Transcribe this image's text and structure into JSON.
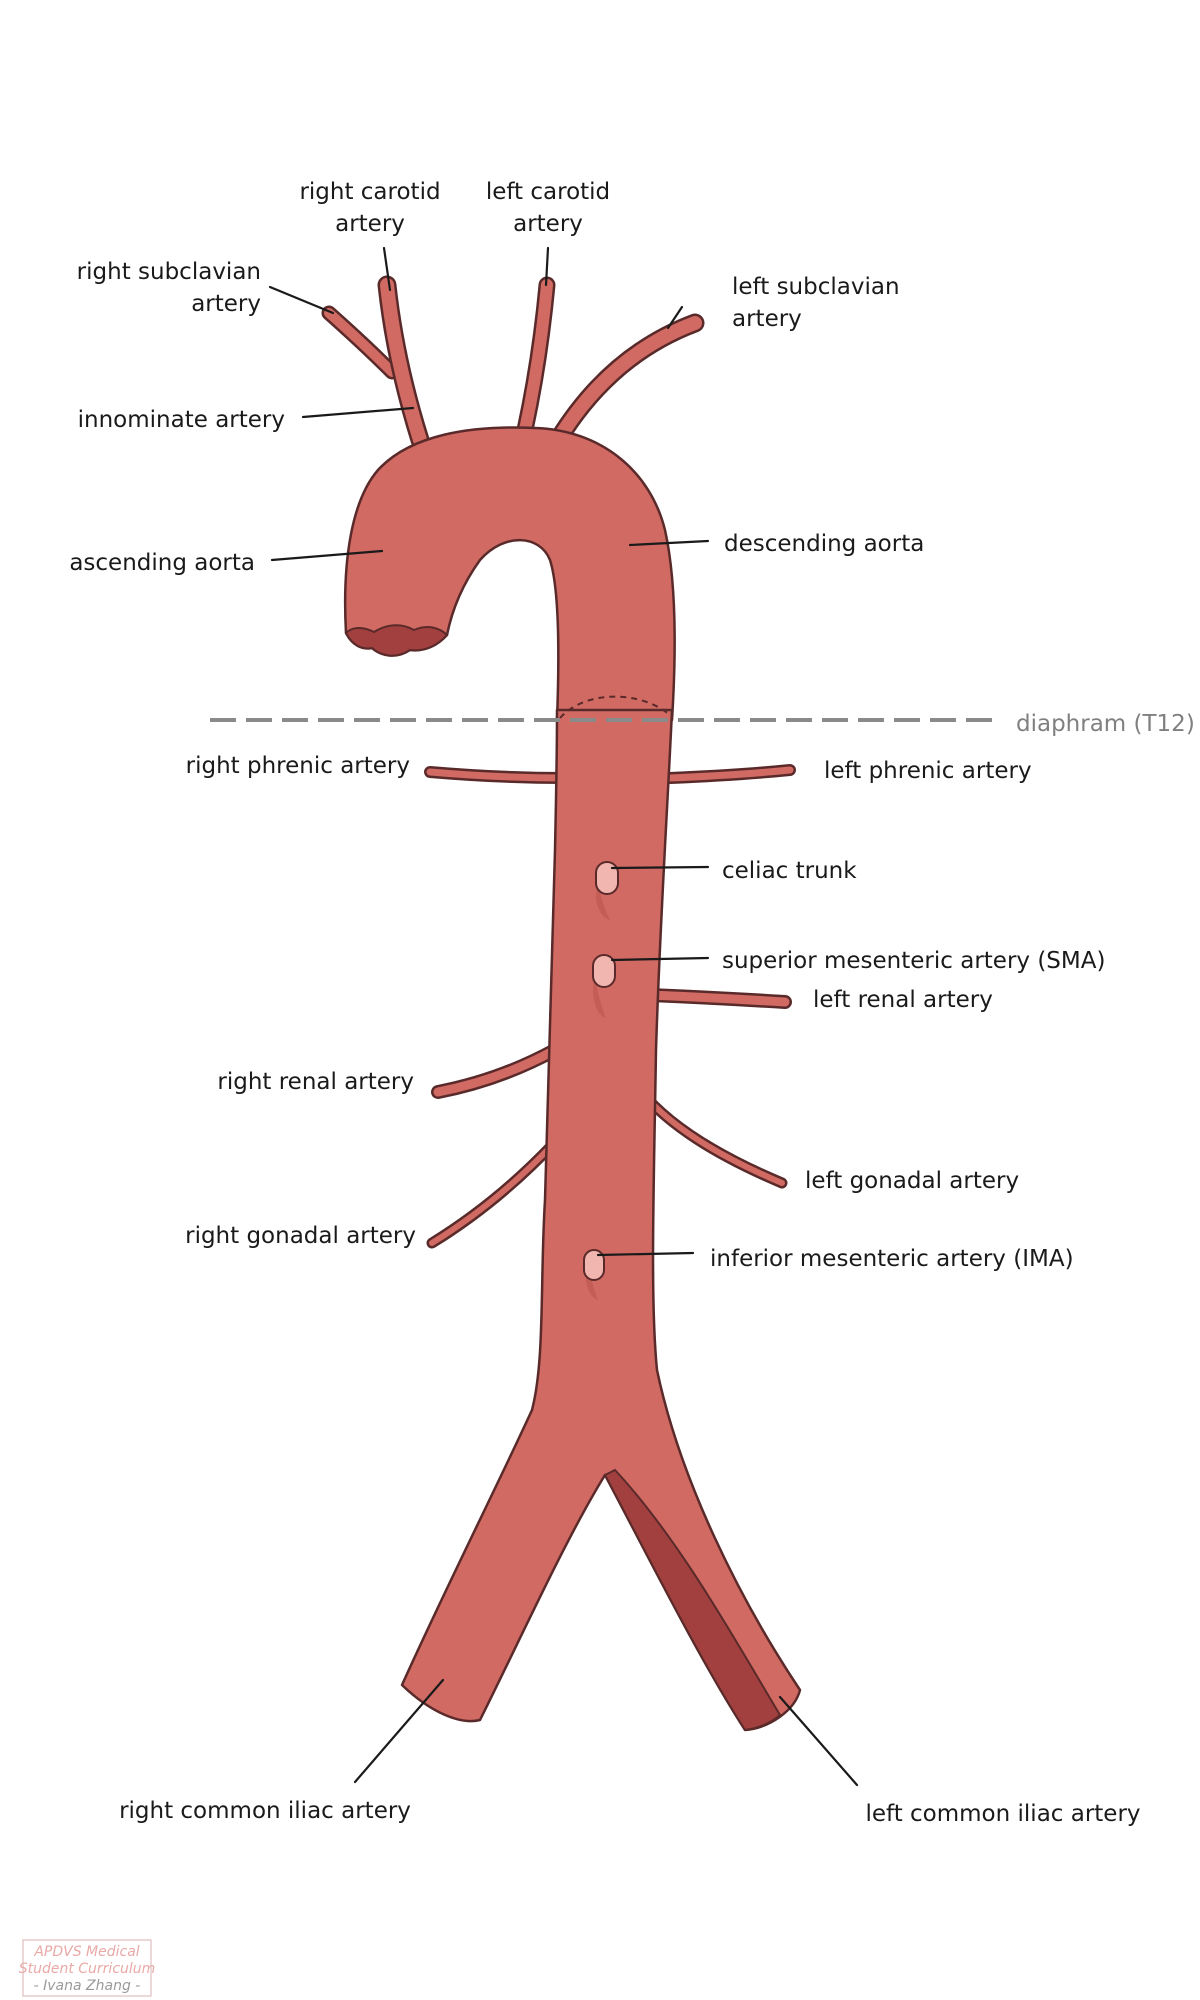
{
  "labels": {
    "right_carotid_1": "right carotid",
    "right_carotid_2": "artery",
    "left_carotid_1": "left carotid",
    "left_carotid_2": "artery",
    "right_subclavian_1": "right subclavian",
    "right_subclavian_2": "artery",
    "left_subclavian_1": "left subclavian",
    "left_subclavian_2": "artery",
    "innominate": "innominate artery",
    "ascending_aorta": "ascending aorta",
    "descending_aorta": "descending aorta",
    "diaphragm": "diaphram (T12)",
    "right_phrenic": "right phrenic artery",
    "left_phrenic": "left phrenic artery",
    "celiac": "celiac trunk",
    "sma": "superior mesenteric artery (SMA)",
    "left_renal": "left renal artery",
    "right_renal": "right renal artery",
    "left_gonadal": "left gonadal artery",
    "right_gonadal": "right gonadal artery",
    "ima": "inferior mesenteric artery (IMA)",
    "right_common_iliac": "right common iliac artery",
    "left_common_iliac": "left common iliac artery"
  },
  "credit": {
    "line1": "APDVS Medical",
    "line2": "Student Curriculum",
    "line3": "- Ivana Zhang -"
  },
  "colors": {
    "vessel": "#d06a63",
    "vessel_outline": "#5a2a2a",
    "vessel_shadow": "#a2403f",
    "ostium": "#f2b6b1",
    "diaphragm_line": "#8a8a8a",
    "label_text": "#1a1a1a"
  }
}
